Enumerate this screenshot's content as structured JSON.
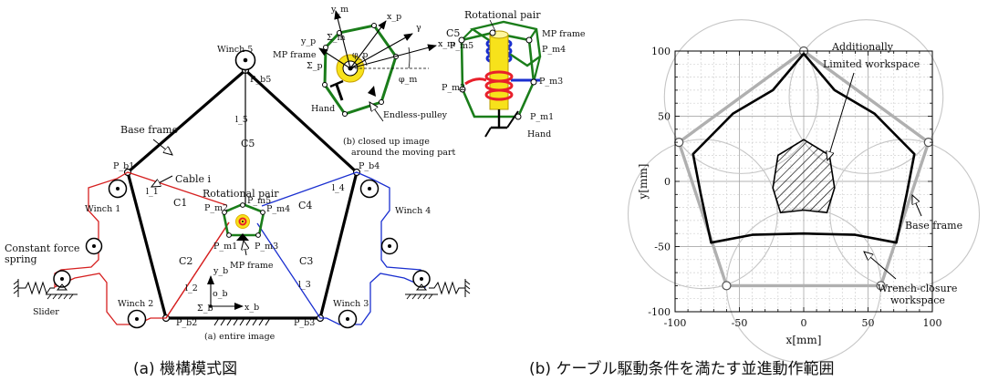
{
  "mechanism": {
    "labels": {
      "winch5": "Winch 5",
      "pb5": "P_b5",
      "l5": "l_5",
      "c5": "C5",
      "base_frame": "Base frame",
      "pb1": "P_b1",
      "pb4": "P_b4",
      "cable_i": "Cable i",
      "l1": "l_1",
      "l4": "l_4",
      "c1": "C1",
      "c4": "C4",
      "rot_pair": "Rotational pair",
      "pm2": "P_m2",
      "pm5": "P_m5",
      "pm4": "P_m4",
      "pm1": "P_m1",
      "pm3": "P_m3",
      "winch1": "Winch 1",
      "winch4": "Winch 4",
      "constant_force": "Constant force",
      "spring": "spring",
      "c2": "C2",
      "c3": "C3",
      "l2": "l_2",
      "l3": "l_3",
      "mp_frame": "MP frame",
      "yb": "y_b",
      "ob": "o_b",
      "sigma_b": "Σ_b",
      "xb": "x_b",
      "slider": "Slider",
      "winch2": "Winch 2",
      "winch3": "Winch 3",
      "pb2": "P_b2",
      "pb3": "P_b3",
      "caption_a": "(a) entire image"
    },
    "inset_b": {
      "ym": "y_m",
      "xp": "x_p",
      "yp": "y_p",
      "sigma_m": "Σ_m",
      "gamma": "γ",
      "xm": "x_m",
      "mp_frame": "MP frame",
      "sigma_p": "Σ_p",
      "phi_p": "φ_p",
      "phi_m": "φ_m",
      "hand": "Hand",
      "endless_pulley": "Endless-pulley",
      "caption_1": "(b) closed up image",
      "caption_2": "around the moving part"
    },
    "inset_c": {
      "rot_pair": "Rotational pair",
      "c5": "C5",
      "mp_frame": "MP frame",
      "pm5": "P_m5",
      "pm4": "P_m4",
      "pm2": "P_m2",
      "pm3": "P_m3",
      "pm1": "P_m1",
      "hand": "Hand"
    },
    "caption_jp": "(a)  機構模式図"
  },
  "workspace": {
    "xlabel": "x[mm]",
    "ylabel": "y[mm]",
    "xticks": [
      "-100",
      "-50",
      "0",
      "50",
      "100"
    ],
    "yticks": [
      "100",
      "50",
      "0",
      "-50",
      "-100"
    ],
    "annot_additional_1": "Additionally",
    "annot_additional_2": "Limited workspace",
    "annot_base": "Base frame",
    "annot_wrench_1": "Wrench-closure",
    "annot_wrench_2": "workspace",
    "caption_jp": "(b)  ケーブル駆動条件を満たす並進動作範囲"
  },
  "chart_data": {
    "type": "scatter",
    "xlabel": "x[mm]",
    "ylabel": "y[mm]",
    "xlim": [
      -100,
      100
    ],
    "ylim": [
      -100,
      100
    ],
    "grid": true,
    "base_frame_vertices": [
      [
        0,
        100
      ],
      [
        97,
        30
      ],
      [
        60,
        -80
      ],
      [
        -60,
        -80
      ],
      [
        -97,
        30
      ]
    ],
    "wrench_closure_workspace": [
      [
        0,
        98
      ],
      [
        -24,
        70
      ],
      [
        -55,
        52
      ],
      [
        -86,
        21
      ],
      [
        -80,
        -10
      ],
      [
        -72,
        -47
      ],
      [
        -40,
        -41
      ],
      [
        0,
        -40
      ],
      [
        40,
        -41
      ],
      [
        72,
        -47
      ],
      [
        80,
        -10
      ],
      [
        86,
        21
      ],
      [
        55,
        52
      ],
      [
        24,
        70
      ]
    ],
    "limited_workspace": [
      [
        0,
        32
      ],
      [
        -20,
        20
      ],
      [
        -24,
        -5
      ],
      [
        -18,
        -24
      ],
      [
        0,
        -22
      ],
      [
        18,
        -24
      ],
      [
        24,
        -5
      ],
      [
        20,
        20
      ]
    ]
  }
}
